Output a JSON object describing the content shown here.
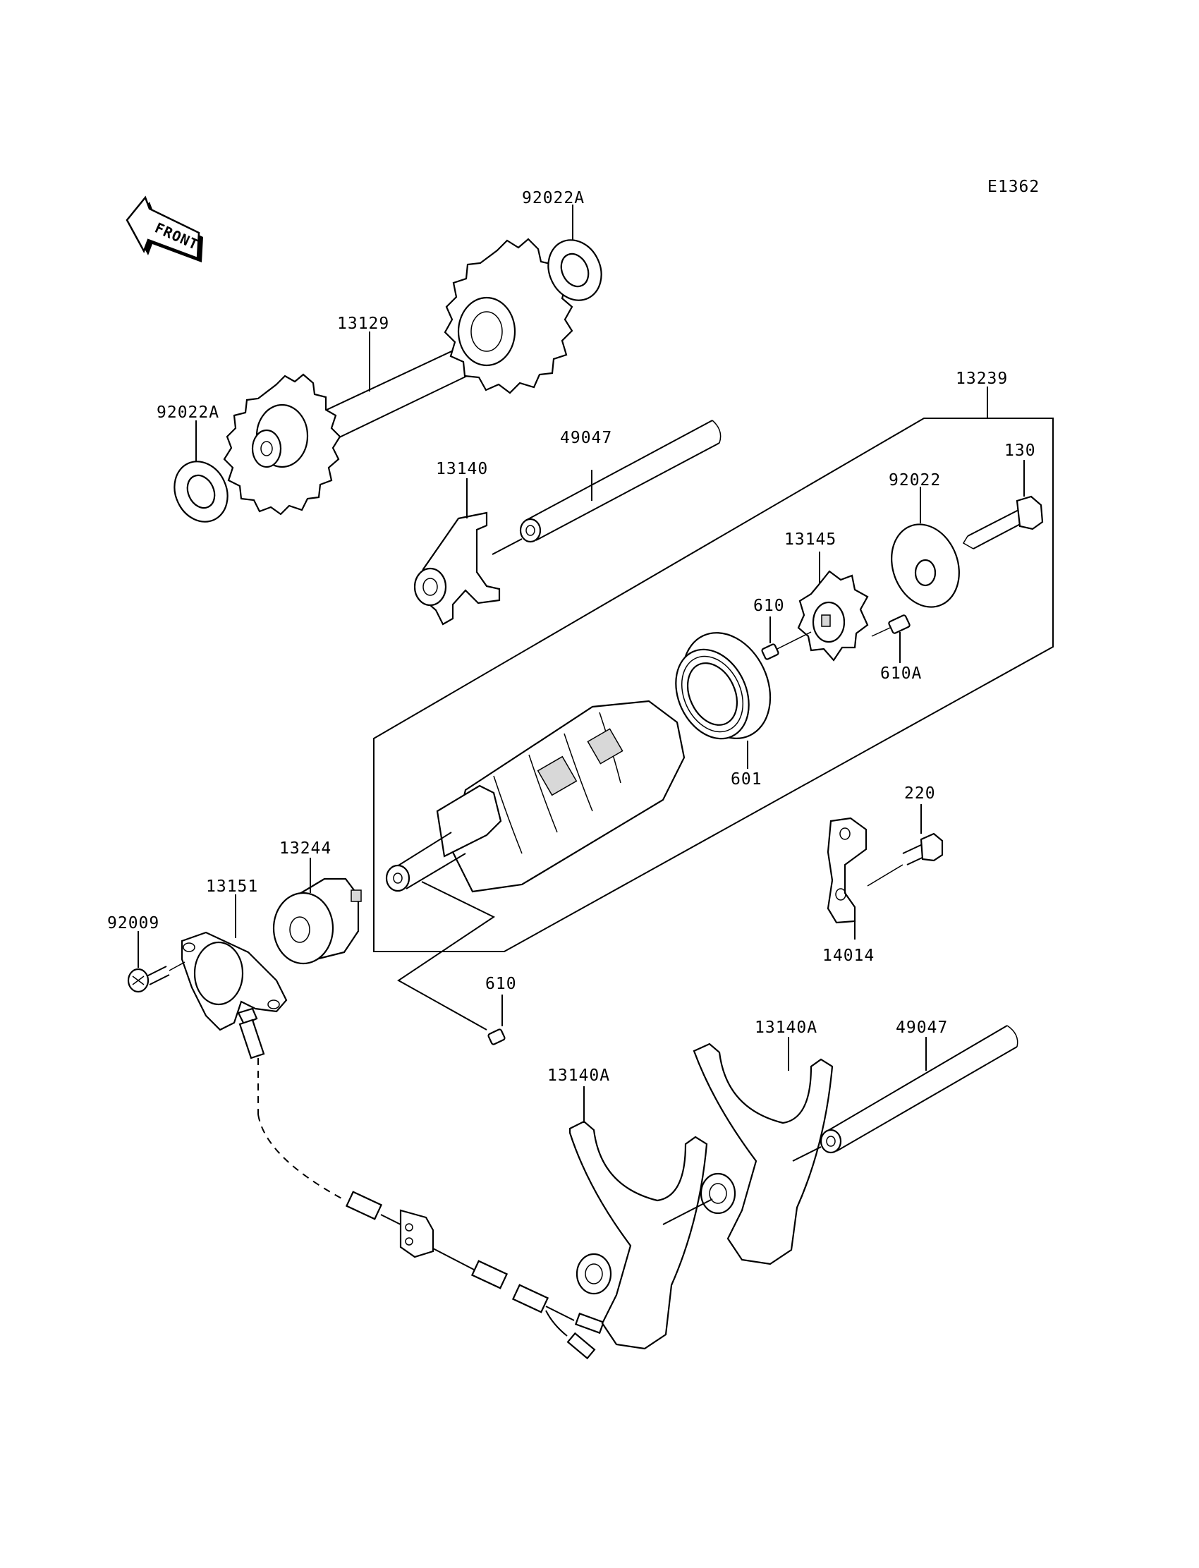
{
  "figure_code": "E1362",
  "front_arrow": {
    "text": "FRONT"
  },
  "labels": {
    "washer_top": "92022A",
    "shaft_13129": "13129",
    "washer_left": "92022A",
    "fork_13140": "13140",
    "rod_49047_top": "49047",
    "assembly_13239": "13239",
    "bolt_130": "130",
    "washer_92022": "92022",
    "pin_star_13145": "13145",
    "dowel_610_upper": "610",
    "dowel_610A": "610A",
    "bearing_601": "601",
    "bolt_220": "220",
    "plate_14014": "14014",
    "rotor_13244": "13244",
    "switch_13151": "13151",
    "screw_92009": "92009",
    "dowel_610_lower": "610",
    "fork_13140A_right": "13140A",
    "rod_49047_bottom": "49047",
    "fork_13140A_left": "13140A"
  }
}
